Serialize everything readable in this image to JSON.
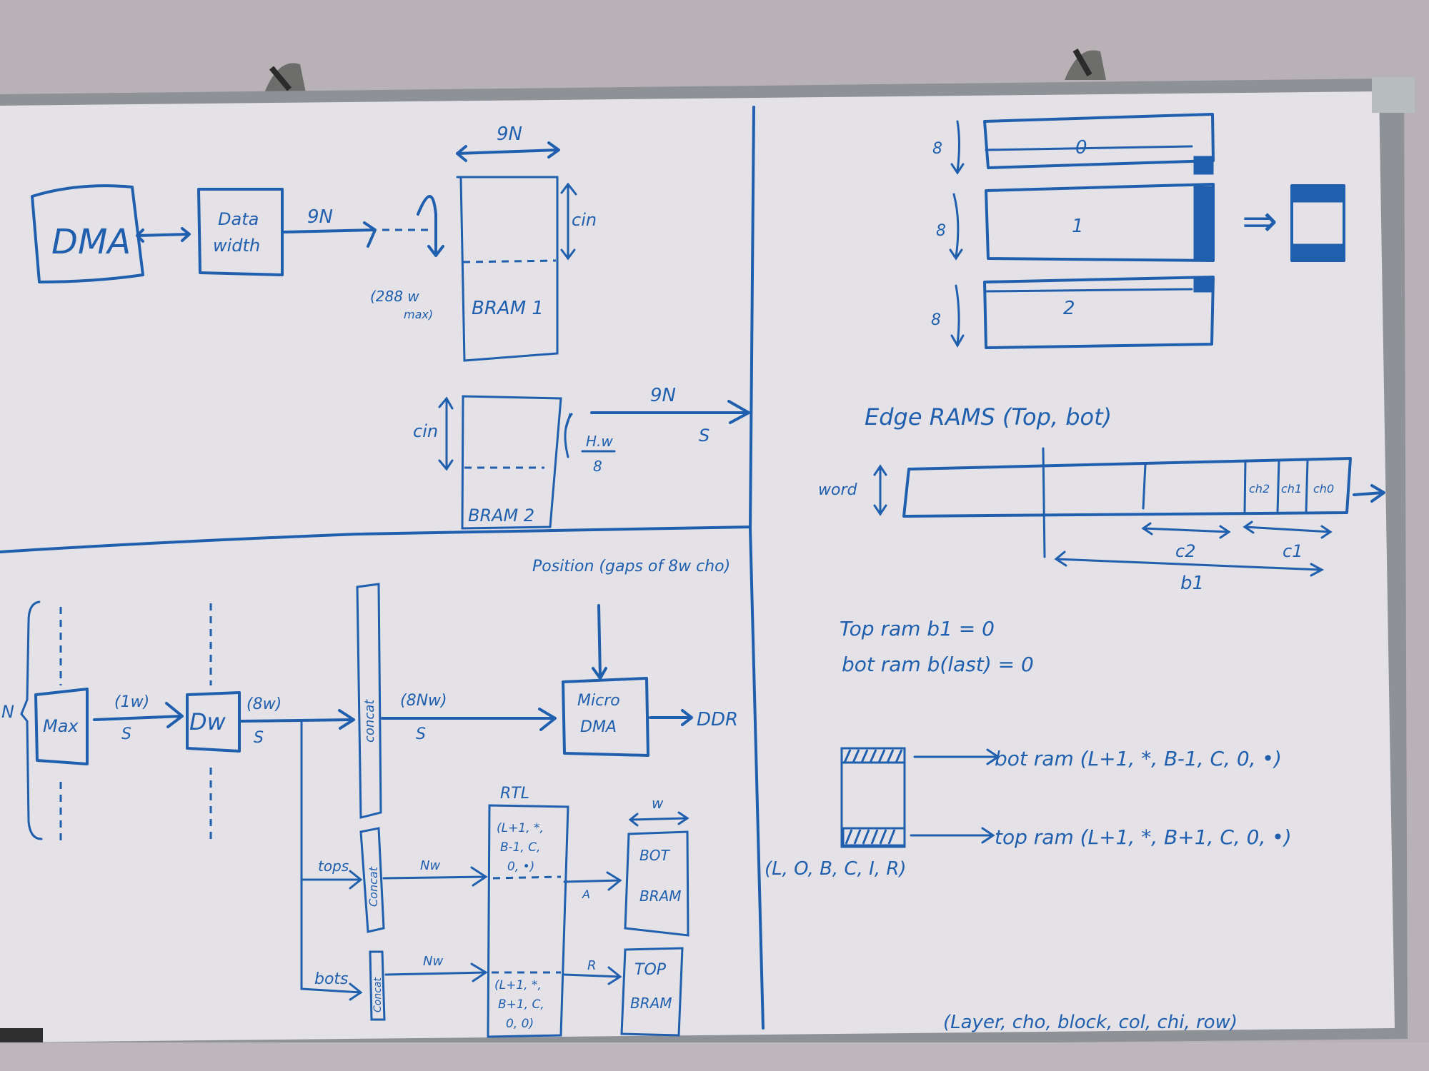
{
  "board": {
    "wall_color": "#b9b3b8",
    "board_color": "#e6e4e8",
    "ink_color": "#1f5fae",
    "frame_color": "#8e9296"
  },
  "top_left": {
    "dma_label": "DMA",
    "data_width_label_line1": "Data",
    "data_width_label_line2": "width",
    "width_9n_a": "9N",
    "width_9n_b": "9N",
    "bram1_label": "BRAM 1",
    "bram1_depth": "cin",
    "bram1_note_line1": "(288 w",
    "bram1_note_line2": "max)",
    "bram2_label": "BRAM 2",
    "bram2_depth": "cin",
    "bram2_fraction_num": "H.w",
    "bram2_fraction_den": "8",
    "out_width": "9N",
    "out_stream": "S"
  },
  "bottom_left": {
    "n_label": "N",
    "max_label": "Max",
    "max_out_width": "(1w)",
    "max_out_stream": "S",
    "dw_label": "Dw",
    "dw_out_width": "(8w)",
    "dw_out_stream": "S",
    "concat_main": "concat",
    "concat_out_width": "(8Nw)",
    "concat_out_stream": "S",
    "position_label": "Position (gaps of 8w cho)",
    "micro_dma_line1": "Micro",
    "micro_dma_line2": "DMA",
    "ddr_label": "DDR",
    "tops_label": "tops",
    "bots_label": "bots",
    "concat_tops": "Concat",
    "concat_bots": "Concat",
    "nw_a": "Nw",
    "nw_b": "Nw",
    "rtl_label": "RTL",
    "rtl_top_tuple": [
      "(L+1, *,",
      "B-1, C,",
      "0, •)"
    ],
    "rtl_bot_tuple": [
      "(L+1, *,",
      "B+1, C,",
      "0, 0)"
    ],
    "port_a": "A",
    "port_r": "R",
    "w_label": "w",
    "bot_bram_line1": "BOT",
    "bot_bram_line2": "BRAM",
    "top_bram_line1": "TOP",
    "top_bram_line2": "BRAM"
  },
  "top_right": {
    "blocks": [
      {
        "label": "0",
        "height": "8"
      },
      {
        "label": "1",
        "height": "8"
      },
      {
        "label": "2",
        "height": "8"
      }
    ],
    "implies_arrow": "⇒"
  },
  "edge_rams": {
    "title": "Edge RAMS (Top, bot)",
    "word_label": "word",
    "channels": [
      "ch2",
      "ch1",
      "ch0"
    ],
    "spans": {
      "c2": "c2",
      "c1": "c1",
      "b1": "b1"
    },
    "rule_top": "Top ram   b1 = 0",
    "rule_bot": "bot ram   b(last) = 0"
  },
  "mapping": {
    "source_tuple": "(L, O, B, C, I, R)",
    "bot_target": "bot ram   (L+1, *, B-1, C, 0, •)",
    "top_target": "top ram   (L+1, *, B+1, C, 0, •)",
    "legend": "(Layer, cho, block, col, chi, row)"
  }
}
